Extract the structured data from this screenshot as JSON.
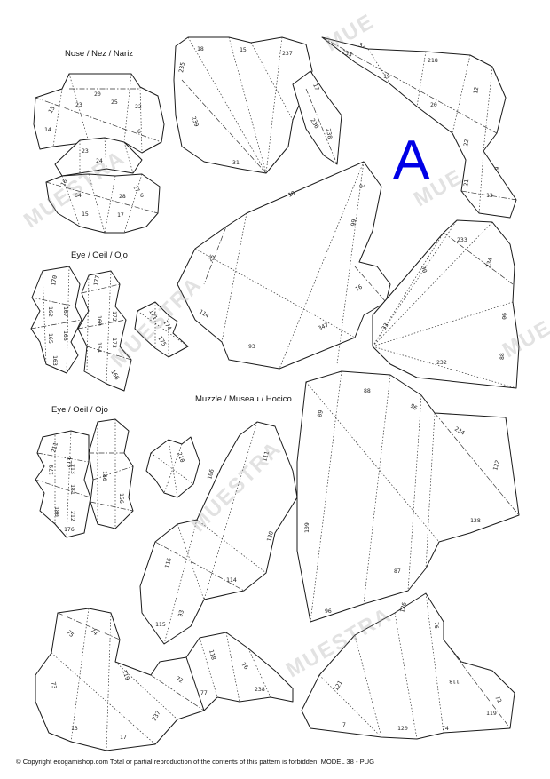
{
  "sheet_letter": "A",
  "labels": {
    "nose": "Nose / Nez / Nariz",
    "eye_1": "Eye / Oeil / Ojo",
    "eye_2": "Eye / Oeil / Ojo",
    "muzzle": "Muzzle / Museau / Hocico"
  },
  "watermark": "MUESTRA",
  "watermark_partial": "MUE",
  "copyright": "© Copyright ecogamishop.com Total or partial reproduction of the contents of this pattern is forbidden. MODEL 38 - PUG",
  "fold_numbers": [
    "18",
    "235",
    "15",
    "237",
    "17",
    "236",
    "239",
    "238",
    "31",
    "235",
    "32",
    "19",
    "218",
    "20",
    "12",
    "22",
    "9",
    "21",
    "13",
    "10",
    "94",
    "99",
    "26",
    "16",
    "114",
    "93",
    "347",
    "233",
    "234",
    "30",
    "90",
    "33",
    "88",
    "232",
    "23",
    "20",
    "25",
    "13",
    "22",
    "14",
    "6",
    "15",
    "24",
    "23",
    "16",
    "17",
    "28",
    "27",
    "64",
    "6",
    "170",
    "167",
    "162",
    "168",
    "165",
    "163",
    "177",
    "160",
    "172",
    "173",
    "164",
    "166",
    "171",
    "174",
    "175",
    "88",
    "96",
    "234",
    "89",
    "122",
    "128",
    "109",
    "87",
    "96",
    "211",
    "180",
    "178",
    "179",
    "181",
    "213",
    "212",
    "156",
    "180",
    "176",
    "210",
    "111",
    "106",
    "116",
    "130",
    "114",
    "115",
    "93",
    "74",
    "75",
    "73",
    "13",
    "17",
    "119",
    "72",
    "237",
    "77",
    "118",
    "76",
    "238",
    "126",
    "76",
    "121",
    "118",
    "72",
    "119",
    "7",
    "120",
    "74"
  ]
}
